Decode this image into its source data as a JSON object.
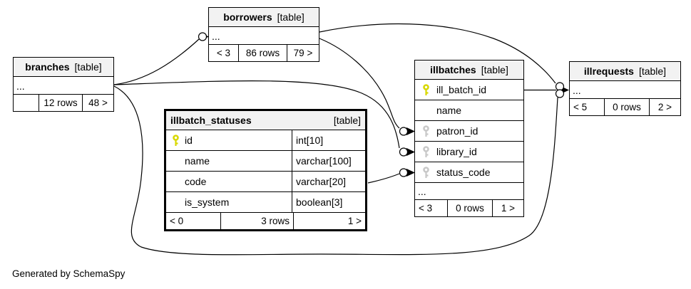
{
  "footer_note": "Generated by SchemaSpy",
  "colors": {
    "header_bg": "#f2f2f2",
    "border": "#000000",
    "primary_key": "#d8d800",
    "foreign_key": "#c8c8c8"
  },
  "tables": {
    "borrowers": {
      "name": "borrowers",
      "tag": "[table]",
      "ellipsis": "...",
      "footer": {
        "left": "< 3",
        "center": "86 rows",
        "right": "79 >"
      }
    },
    "branches": {
      "name": "branches",
      "tag": "[table]",
      "ellipsis": "...",
      "footer": {
        "left": "",
        "center": "12 rows",
        "right": "48 >"
      }
    },
    "illbatch_statuses": {
      "name": "illbatch_statuses",
      "tag": "[table]",
      "columns": [
        {
          "name": "id",
          "type": "int[10]",
          "key": "pk"
        },
        {
          "name": "name",
          "type": "varchar[100]",
          "key": ""
        },
        {
          "name": "code",
          "type": "varchar[20]",
          "key": ""
        },
        {
          "name": "is_system",
          "type": "boolean[3]",
          "key": ""
        }
      ],
      "footer": {
        "left": "< 0",
        "center": "3 rows",
        "right": "1 >"
      }
    },
    "illbatches": {
      "name": "illbatches",
      "tag": "[table]",
      "ellipsis": "...",
      "columns": [
        {
          "name": "ill_batch_id",
          "key": "pk"
        },
        {
          "name": "name",
          "key": ""
        },
        {
          "name": "patron_id",
          "key": "fk"
        },
        {
          "name": "library_id",
          "key": "fk"
        },
        {
          "name": "status_code",
          "key": "fk"
        }
      ],
      "footer": {
        "left": "< 3",
        "center": "0 rows",
        "right": "1 >"
      }
    },
    "illrequests": {
      "name": "illrequests",
      "tag": "[table]",
      "ellipsis": "...",
      "footer": {
        "left": "< 5",
        "center": "0 rows",
        "right": "2 >"
      }
    }
  },
  "relationships": [
    {
      "parent": "branches",
      "child": "borrowers"
    },
    {
      "parent": "branches",
      "child": "illbatches.library_id"
    },
    {
      "parent": "branches",
      "child": "illrequests"
    },
    {
      "parent": "borrowers",
      "child": "illbatches.patron_id"
    },
    {
      "parent": "borrowers",
      "child": "illrequests"
    },
    {
      "parent": "illbatches.ill_batch_id",
      "child": "illrequests"
    },
    {
      "parent": "illbatch_statuses.code",
      "child": "illbatches.status_code"
    }
  ]
}
